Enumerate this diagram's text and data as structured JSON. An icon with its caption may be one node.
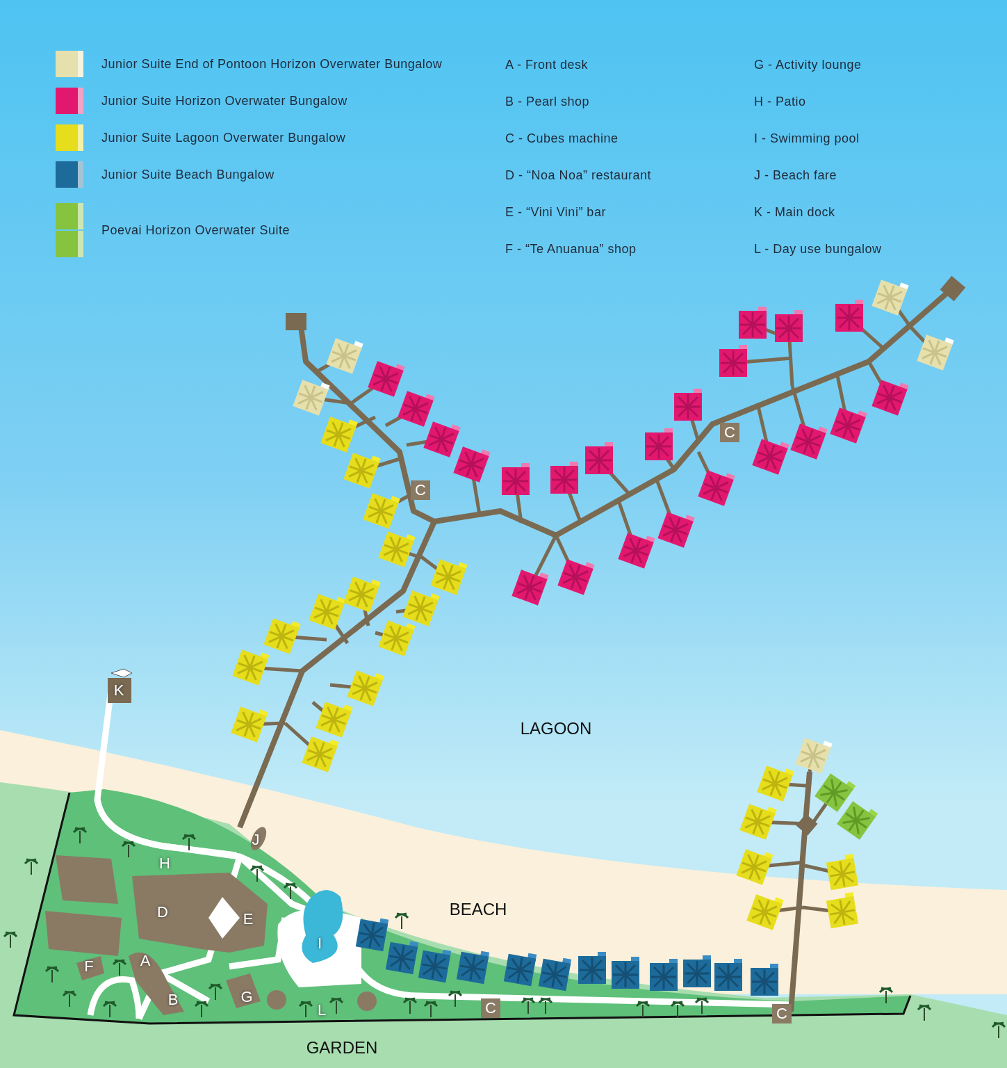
{
  "diagram": {
    "labels": [
      "A - Front desk",
      "B - Pearl shop",
      "C - Cubes machine",
      "D - “Noa Noa” restaurant",
      "E - “Vini Vini” bar",
      "F - “Te Anuanua” shop",
      "G - Activity lounge",
      "H - Patio",
      "I - Swimming pool",
      "J - Beach fare",
      "K - Main dock",
      "L - Day use bungalow",
      "C",
      "C",
      "K",
      "LAGOON",
      "J",
      "H",
      "BEACH",
      "D",
      "E",
      "I",
      "A",
      "F",
      "G",
      "B",
      "L",
      "C",
      "C",
      "GARDEN"
    ],
    "legend": [
      {
        "text": "Junior Suite End of Pontoon Horizon Overwater Bungalow",
        "color": "#e6e0ad"
      },
      {
        "text": "Junior Suite Horizon Overwater Bungalow",
        "color": "#e2186f"
      },
      {
        "text": "Junior Suite Lagoon Overwater Bungalow",
        "color": "#e6dd1c"
      },
      {
        "text": "Junior Suite Beach Bungalow",
        "color": "#1d6b9a"
      },
      {
        "text": "Poevai Horizon Overwater Suite",
        "color": "#86c440"
      }
    ]
  }
}
